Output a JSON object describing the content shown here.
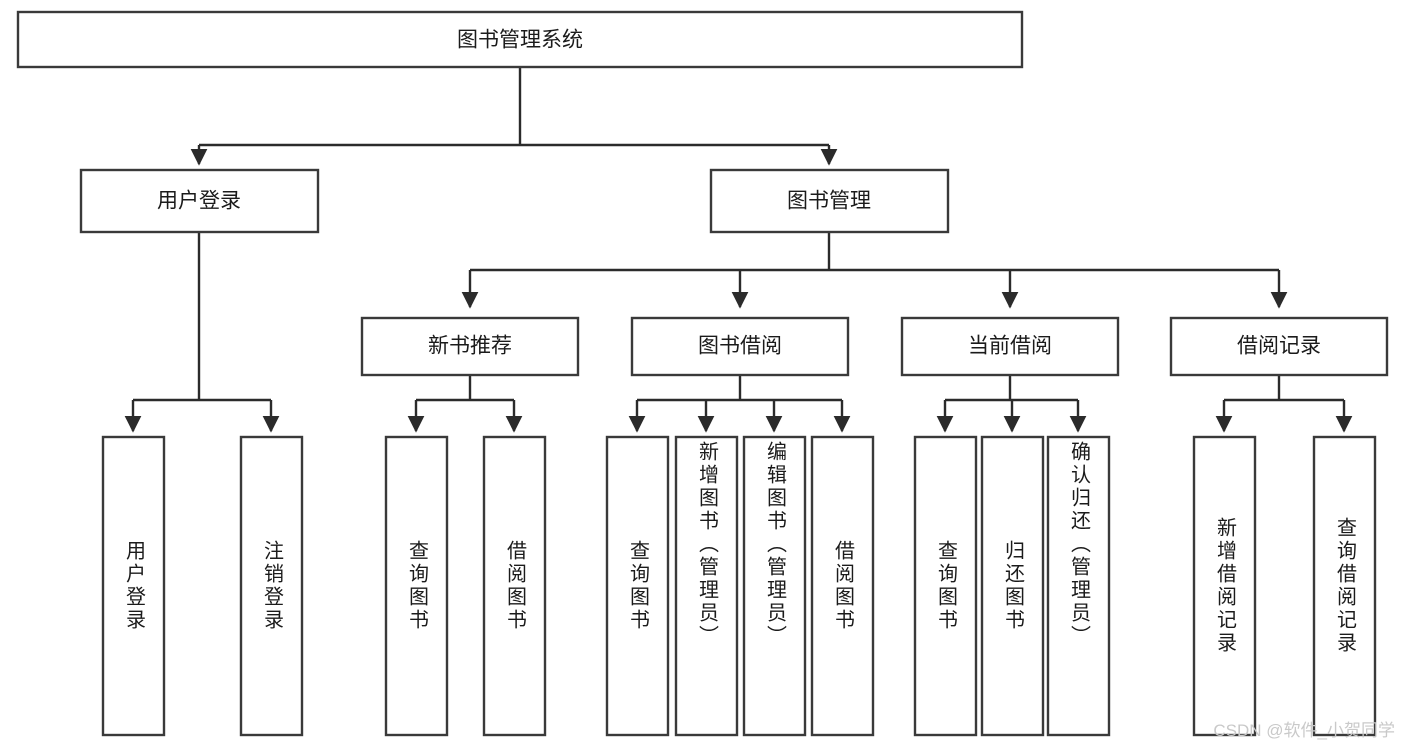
{
  "diagram": {
    "title": "图书管理系统",
    "type": "hierarchy-tree",
    "watermark": "CSDN @软件_小贺同学",
    "root": {
      "label": "图书管理系统"
    },
    "level1": [
      {
        "label": "用户登录"
      },
      {
        "label": "图书管理"
      }
    ],
    "level2": [
      {
        "label": "新书推荐"
      },
      {
        "label": "图书借阅"
      },
      {
        "label": "当前借阅"
      },
      {
        "label": "借阅记录"
      }
    ],
    "leaves": {
      "user_login": [
        {
          "label": "用户登录"
        },
        {
          "label": "注销登录"
        }
      ],
      "new_book_recommend": [
        {
          "label": "查询图书"
        },
        {
          "label": "借阅图书"
        }
      ],
      "book_borrow": [
        {
          "label": "查询图书"
        },
        {
          "label": "新增图书（管理员）"
        },
        {
          "label": "编辑图书（管理员）"
        },
        {
          "label": "借阅图书"
        }
      ],
      "current_borrow": [
        {
          "label": "查询图书"
        },
        {
          "label": "归还图书"
        },
        {
          "label": "确认归还（管理员）"
        }
      ],
      "borrow_record": [
        {
          "label": "新增借阅记录"
        },
        {
          "label": "查询借阅记录"
        }
      ]
    },
    "colors": {
      "box_stroke": "#3a3a3a",
      "edge": "#2b2b2b",
      "box_fill": "#ffffff",
      "text": "#1b1b1b",
      "watermark": "#c9c9c9"
    }
  }
}
